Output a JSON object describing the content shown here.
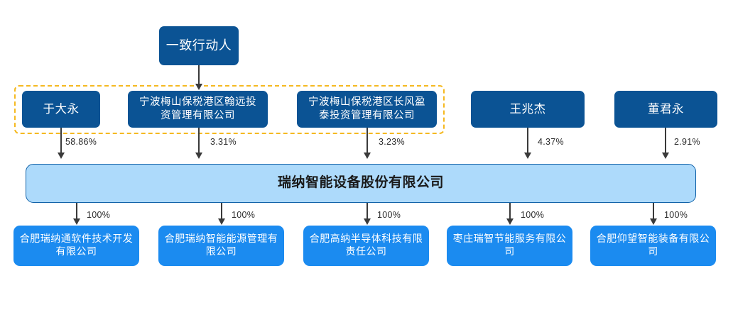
{
  "diagram": {
    "title_node": {
      "label": "一致行动人"
    },
    "dashed_group": {
      "name": "concerted-action-group"
    },
    "shareholders": [
      {
        "id": "yu-da-yong",
        "label": "于大永",
        "type": "person",
        "percent": "58.86%"
      },
      {
        "id": "ningbo-hanyuan",
        "label": "宁波梅山保税港区翰远投资管理有限公司",
        "type": "entity",
        "percent": "3.31%"
      },
      {
        "id": "ningbo-changfeng-yingtai",
        "label": "宁波梅山保税港区长风盈泰投资管理有限公司",
        "type": "entity",
        "percent": "3.23%"
      },
      {
        "id": "wang-zhao-jie",
        "label": "王兆杰",
        "type": "person",
        "percent": "4.37%"
      },
      {
        "id": "dong-jun-yong",
        "label": "董君永",
        "type": "person",
        "percent": "2.91%"
      }
    ],
    "company": {
      "label": "瑞纳智能设备股份有限公司"
    },
    "subsidiaries": [
      {
        "id": "hefei-ruinatong",
        "label": "合肥瑞纳通软件技术开发有限公司",
        "percent": "100%"
      },
      {
        "id": "hefei-ruina-energy",
        "label": "合肥瑞纳智能能源管理有限公司",
        "percent": "100%"
      },
      {
        "id": "hefei-gaona-semiconductor",
        "label": "合肥高纳半导体科技有限责任公司",
        "percent": "100%"
      },
      {
        "id": "zaozhuang-ruizhi",
        "label": "枣庄瑞智节能服务有限公司",
        "percent": "100%"
      },
      {
        "id": "hefei-yangwang",
        "label": "合肥仰望智能装备有限公司",
        "percent": "100%"
      }
    ],
    "colors": {
      "dark_blue": "#0B5394",
      "bright_blue": "#1B8BF0",
      "light_blue": "#ADDAFB",
      "center_border": "#1262A8",
      "dashed_orange": "#F5B921",
      "connector": "#3A3A3A",
      "background": "#FFFFFF"
    }
  }
}
